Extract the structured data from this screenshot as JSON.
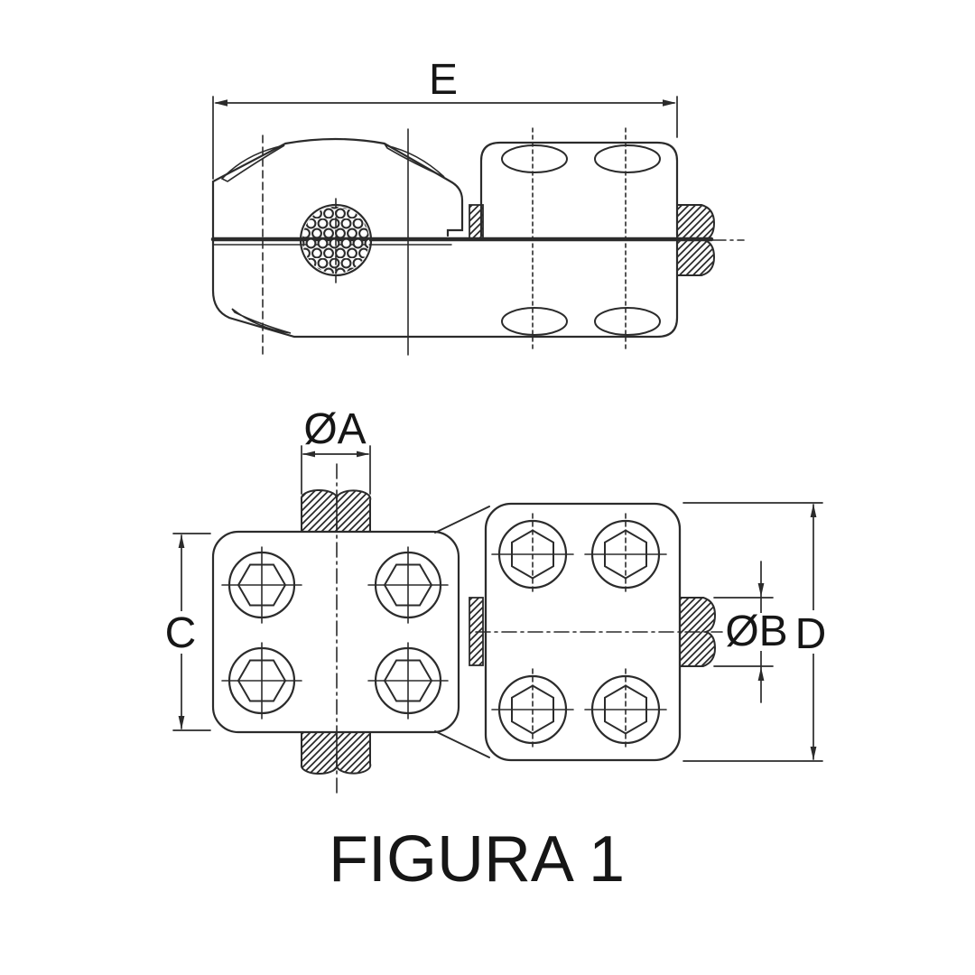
{
  "drawing": {
    "caption": "FIGURA 1",
    "labels": {
      "overall_length": "E",
      "conductor_diameter": "ØA",
      "clamp_height": "C",
      "stub_diameter": "ØB",
      "overall_height": "D"
    },
    "colors": {
      "line": "#2b2b2b",
      "text": "#161616",
      "background": "#ffffff"
    }
  }
}
